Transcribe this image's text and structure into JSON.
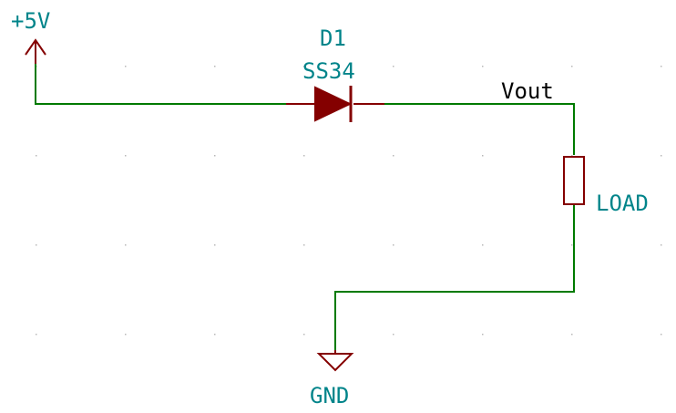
{
  "schematic": {
    "power": {
      "label": "+5V"
    },
    "diode": {
      "designator": "D1",
      "value": "SS34"
    },
    "net_label": "Vout",
    "load": {
      "label": "LOAD"
    },
    "ground": {
      "label": "GND"
    }
  },
  "colors": {
    "wire": "#007a00",
    "component": "#840000",
    "label": "#00848a",
    "net_label": "#000000",
    "grid_dot": "#b8b8b8",
    "background": "#ffffff"
  }
}
